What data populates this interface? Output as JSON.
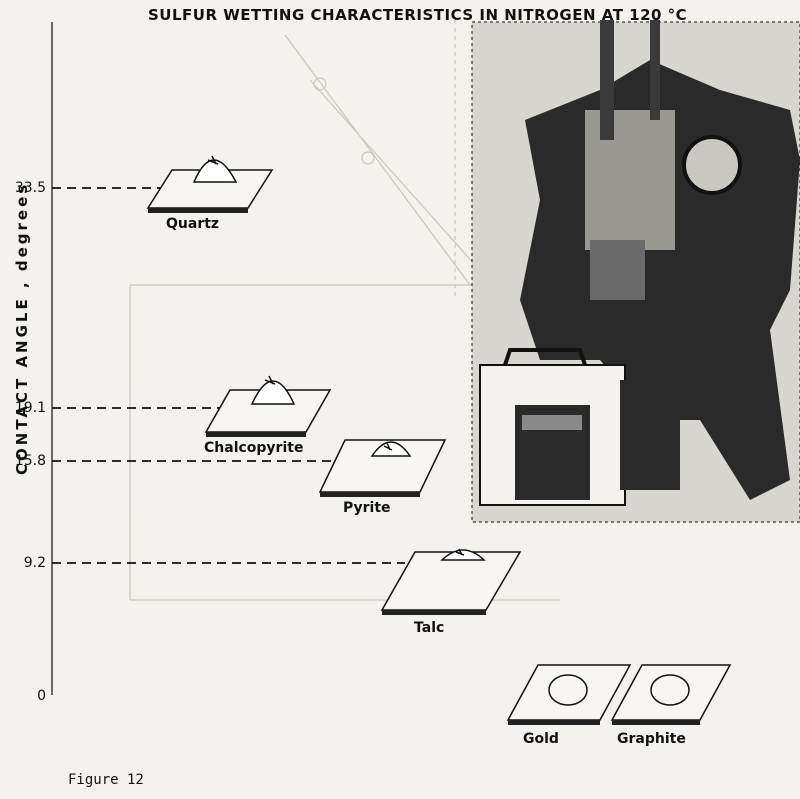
{
  "figure": {
    "title": "SULFUR WETTING CHARACTERISTICS IN NITROGEN AT 120 °C",
    "y_axis_label": "CONTACT  ANGLE  ,  degrees",
    "caption": "Figure 12"
  },
  "samples": [
    {
      "name": "Quartz",
      "contact_angle": "33.5"
    },
    {
      "name": "Chalcopyrite",
      "contact_angle": "19.1"
    },
    {
      "name": "Pyrite",
      "contact_angle": "15.8"
    },
    {
      "name": "Talc",
      "contact_angle": "9.2"
    },
    {
      "name": "Gold",
      "contact_angle": "0"
    },
    {
      "name": "Graphite",
      "contact_angle": ""
    }
  ],
  "y_ticks": [
    "33.5",
    "19.1",
    "15.8",
    "9.2",
    "0"
  ],
  "colors": {
    "paper": "#f3f2ef",
    "ink": "#111111",
    "ghost": "#b8b6b0",
    "photo_dark": "#2a2a2a"
  }
}
